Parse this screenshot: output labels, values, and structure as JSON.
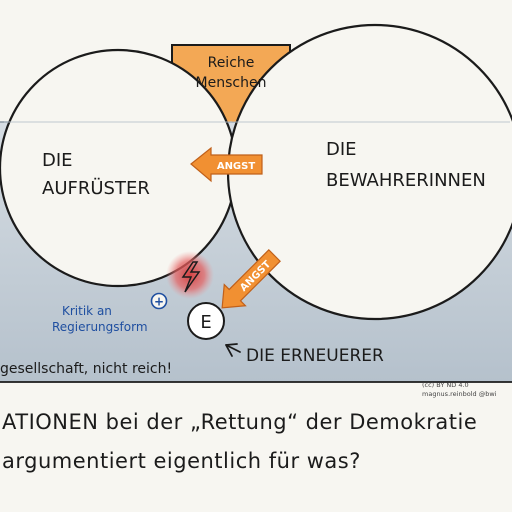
{
  "labels": {
    "top_box": [
      "Reiche",
      "Menschen"
    ],
    "left_circle": [
      "DIE",
      "AUFRÜSTER"
    ],
    "right_circle": [
      "DIE",
      "BEWAHRERINNEN"
    ],
    "arrow_upper": "ANGST",
    "arrow_lower": "ANGST",
    "blue_note": [
      "Kritik an",
      "Regierungsform"
    ],
    "plus_badge": "+",
    "e_circle": "E",
    "erneuerer": "DIE ERNEUERER",
    "left_bottom": "gesellschaft, nicht reich!",
    "license": [
      "(cc) BY ND 4.0",
      "magnus.reinbold @bwi"
    ]
  },
  "caption": {
    "line1": "ATIONEN bei der „Rettung“ der Demokratie",
    "line2": "argumentiert eigentlich für was?"
  },
  "colors": {
    "paper": "#f7f6f1",
    "ground_blue": "#c3cdd6",
    "box_orange": "#f29a3a",
    "arrow_orange": "#f19032",
    "ink": "#1b1b1b",
    "note_blue": "#1f4fa0",
    "red_spot": "#d63a3a"
  }
}
